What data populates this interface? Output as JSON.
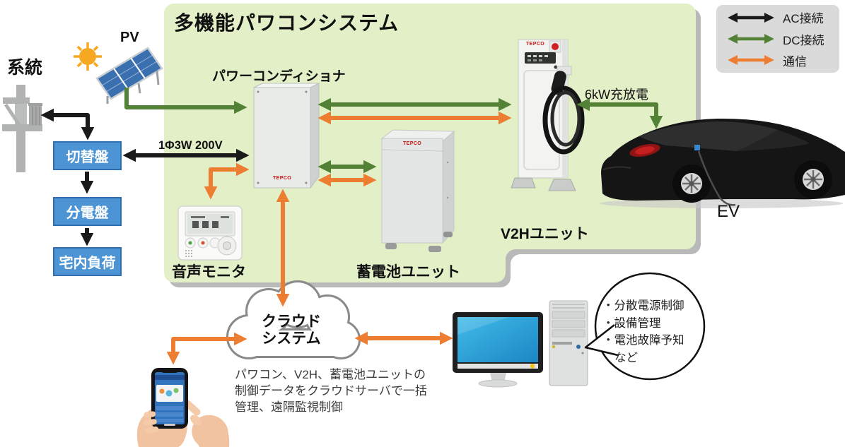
{
  "title": "多機能パワコンシステム",
  "legend": {
    "items": [
      {
        "label": "AC接続",
        "type": "ac"
      },
      {
        "label": "DC接続",
        "type": "dc"
      },
      {
        "label": "通信",
        "type": "comm"
      }
    ]
  },
  "grid": {
    "label": "系統"
  },
  "pv": {
    "label": "PV"
  },
  "panels": {
    "switch": "切替盤",
    "distribution": "分電盤",
    "load": "宅内負荷"
  },
  "devices": {
    "power_conditioner": "パワーコンディショナ",
    "voice_monitor": "音声モニタ",
    "battery_unit": "蓄電池ユニット",
    "v2h_unit": "V2Hユニット",
    "ev": "EV"
  },
  "connections": {
    "line_spec": "1Φ3W 200V",
    "charge_discharge": "6kW充放電"
  },
  "cloud": {
    "name_line1": "クラウド",
    "name_line2": "システム",
    "description_lines": [
      "パワコン、V2H、蓄電池ユニットの",
      "制御データをクラウドサーバで一括",
      "管理、遠隔監視制御"
    ]
  },
  "bubble": {
    "lines": [
      "・分散電源制御",
      "・設備管理",
      "・電池故障予知",
      "など"
    ]
  },
  "brand": "TEPCO",
  "colors": {
    "ac": "#1a1a1a",
    "dc": "#538135",
    "comm": "#ed7d31",
    "system_box": "#e3efc7",
    "panel_blue": "#4d94d4"
  }
}
